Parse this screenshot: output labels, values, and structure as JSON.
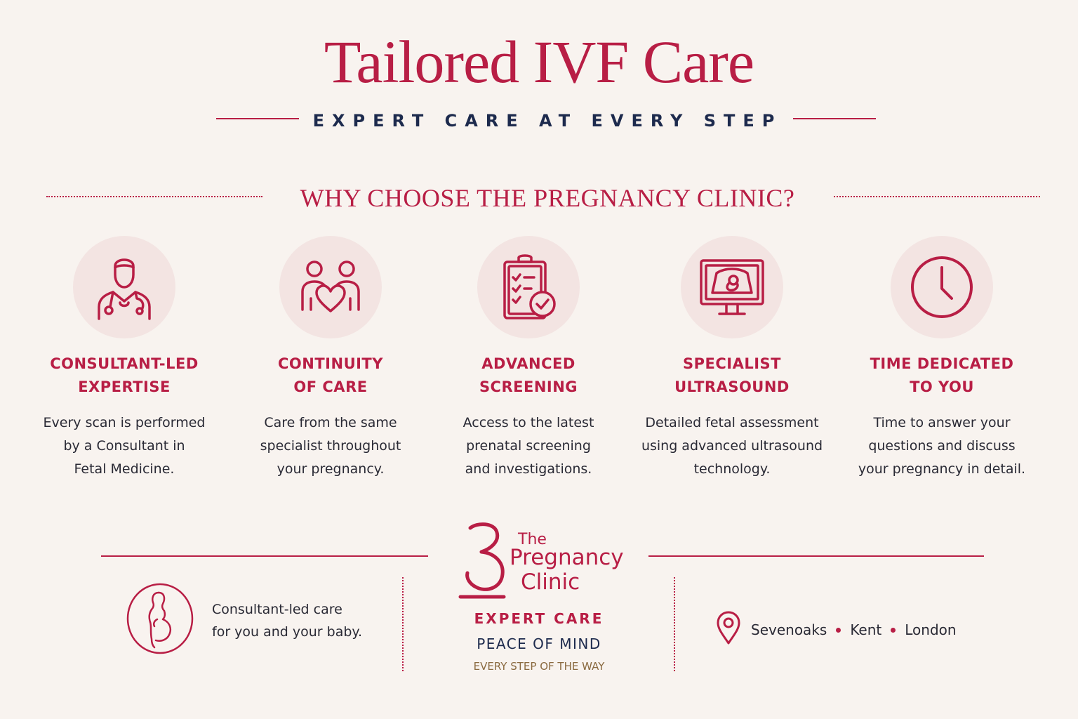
{
  "header": {
    "title": "Tailored IVF Care",
    "subtitle": "EXPERT CARE AT EVERY STEP"
  },
  "section": {
    "heading": "WHY CHOOSE THE PREGNANCY CLINIC?"
  },
  "features": [
    {
      "icon": "doctor-icon",
      "title": [
        "CONSULTANT-LED",
        "EXPERTISE"
      ],
      "desc": [
        "Every scan is performed",
        "by a Consultant in",
        "Fetal Medicine."
      ]
    },
    {
      "icon": "family-heart-icon",
      "title": [
        "CONTINUITY",
        "OF CARE"
      ],
      "desc": [
        "Care from the same",
        "specialist throughout",
        "your pregnancy."
      ]
    },
    {
      "icon": "clipboard-check-icon",
      "title": [
        "ADVANCED",
        "SCREENING"
      ],
      "desc": [
        "Access to the latest",
        "prenatal screening",
        "and investigations."
      ]
    },
    {
      "icon": "ultrasound-monitor-icon",
      "title": [
        "SPECIALIST",
        "ULTRASOUND"
      ],
      "desc": [
        "Detailed fetal assessment",
        "using advanced ultrasound",
        "technology."
      ]
    },
    {
      "icon": "clock-icon",
      "title": [
        "TIME DEDICATED",
        "TO YOU"
      ],
      "desc": [
        "Time to answer your",
        "questions and discuss",
        "your pregnancy in detail."
      ]
    }
  ],
  "footer": {
    "care_text": [
      "Consultant-led care",
      "for you and your baby."
    ],
    "logo": {
      "line1": "The",
      "line2": "Pregnancy",
      "line3": "Clinic"
    },
    "tagline1": "EXPERT CARE",
    "tagline2": "PEACE OF MIND",
    "tagline3": "EVERY STEP OF THE WAY",
    "locations": [
      "Sevenoaks",
      "Kent",
      "London"
    ]
  },
  "colors": {
    "accent": "#b81e45",
    "navy": "#1d2a4d",
    "background": "#f8f3ef",
    "icon_circle": "#f3e4e2"
  }
}
